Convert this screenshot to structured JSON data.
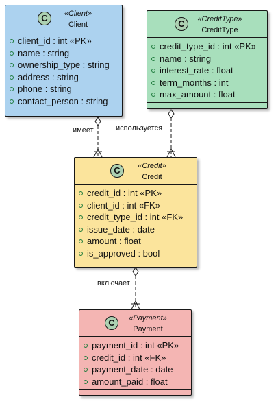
{
  "diagram": {
    "classes": {
      "client": {
        "icon": "C",
        "stereotype": "«Client»",
        "name": "Client",
        "color": "#acd2ef",
        "attributes": [
          "client_id : int «PK»",
          "name : string",
          "ownership_type : string",
          "address : string",
          "phone : string",
          "contact_person : string"
        ]
      },
      "credit_type": {
        "icon": "C",
        "stereotype": "«CreditType»",
        "name": "CreditType",
        "color": "#a8dfbc",
        "attributes": [
          "credit_type_id : int «PK»",
          "name : string",
          "interest_rate : float",
          "term_months : int",
          "max_amount : float"
        ]
      },
      "credit": {
        "icon": "C",
        "stereotype": "«Credit»",
        "name": "Credit",
        "color": "#fbe49c",
        "attributes": [
          "credit_id : int «PK»",
          "client_id : int «FK»",
          "credit_type_id : int «FK»",
          "issue_date : date",
          "amount : float",
          "is_approved : bool"
        ]
      },
      "payment": {
        "icon": "C",
        "stereotype": "«Payment»",
        "name": "Payment",
        "color": "#f4b5b3",
        "attributes": [
          "payment_id : int «PK»",
          "credit_id : int «FK»",
          "payment_date : date",
          "amount_paid : float"
        ]
      }
    },
    "relations": {
      "client_credit": "имеет",
      "credit_type_credit": "используется",
      "credit_payment": "включает"
    }
  }
}
